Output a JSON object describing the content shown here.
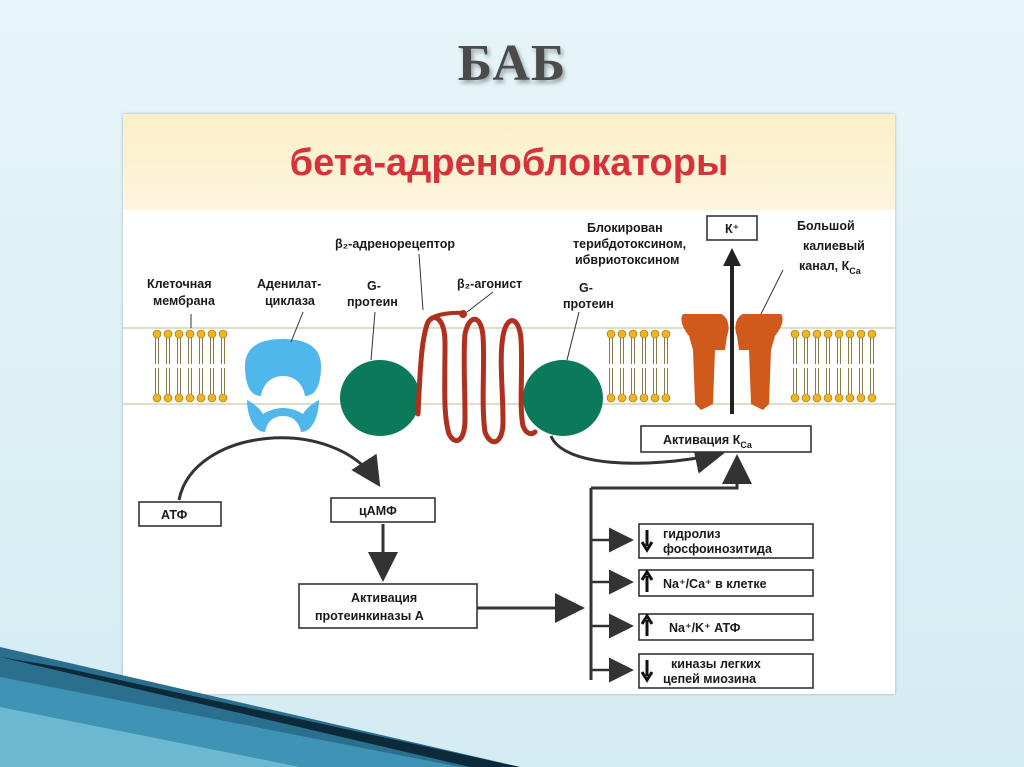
{
  "slide": {
    "title": "БАБ"
  },
  "panel": {
    "title": "бета-адреноблокаторы"
  },
  "labels": {
    "membrane_l1": "Клеточная",
    "membrane_l2": "мембрана",
    "adenyl_l1": "Аденилат-",
    "adenyl_l2": "циклаза",
    "gprot1_l1": "G-",
    "gprot1_l2": "протеин",
    "receptor": "β₂-адренорецептор",
    "agonist": "β₂-агонист",
    "gprot2_l1": "G-",
    "gprot2_l2": "протеин",
    "blocked_l1": "Блокирован",
    "blocked_l2": "терибдотоксином,",
    "blocked_l3": "ибвриотоксином",
    "k_box": "К⁺",
    "channel_l1": "Большой",
    "channel_l2": "калиевый",
    "channel_l3": "канал, К",
    "channel_sub": "Ca",
    "atp": "АТФ",
    "camp": "цАМФ",
    "activation_kca": "Активация К",
    "activation_kca_sub": "Ca",
    "pka_l1": "Активация",
    "pka_l2": "протеинкиназы А",
    "eff1_l1": "гидролиз",
    "eff1_l2": "фосфоинозитида",
    "eff2": "Na⁺/Ca⁺ в клетке",
    "eff3": "Na⁺/K⁺ АТФ",
    "eff4_l1": "киназы легких",
    "eff4_l2": "цепей миозина"
  },
  "colors": {
    "title_red": "#d7323a",
    "adenylate": "#4fb7ec",
    "g_protein": "#0b7a5a",
    "receptor": "#b0301f",
    "channel": "#cf5a1c",
    "lipid_head": "#f2b41e"
  },
  "icons": {
    "down_arrow": "down-arrow-icon",
    "up_arrow": "up-arrow-icon"
  }
}
